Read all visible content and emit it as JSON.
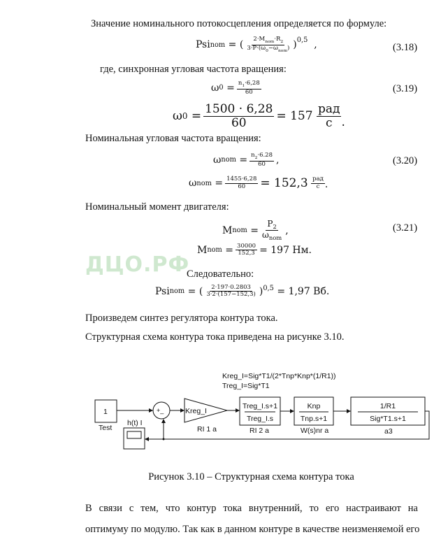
{
  "text": {
    "p1": "Значение номинального потокосцепления определяется по формуле:",
    "p2": "где, синхронная угловая частота вращения:",
    "p3": "Номинальная угловая частота вращения:",
    "p4": "Номинальный момент двигателя:",
    "p5": "Следовательно:",
    "p6": "Произведем синтез регулятора контура тока.",
    "p7": "Структурная схема контура тока приведена на рисунке 3.10.",
    "caption": "Рисунок 3.10 – Структурная схема контура тока",
    "p8": "В связи с тем, что контур тока внутренний, то его настраивают на",
    "p9": "оптимуму по модулю. Так как в данном контуре в качестве неизменяемой его"
  },
  "watermark": "ДЦО.РФ",
  "formulas": {
    "f318": {
      "lhs": "Psi",
      "lhs_sub": "nom",
      "num": "2·M",
      "num_sub": "nom",
      "num2": "·R",
      "num2_sub": "2",
      "den": "3·P·(ω",
      "den_sub0": "0",
      "den2": "−ω",
      "den_sub": "nom",
      "den3": ")",
      "exp": "0,5",
      "tail": ",",
      "label": "(3.18)"
    },
    "f319": {
      "lhs": "ω",
      "lhs_sub": "0",
      "num": "n",
      "num_sub": "1",
      "num2": "·6,28",
      "den": "60",
      "label": "(3.19)"
    },
    "f319b": {
      "lhs": "ω",
      "lhs_sub": "0",
      "num": "1500 · 6,28",
      "den": "60",
      "result": "= 157",
      "unit_num": "рад",
      "unit_den": "с",
      "tail": "."
    },
    "f320": {
      "lhs": "ω",
      "lhs_sub": "nom",
      "num": "n",
      "num_sub": "2",
      "num2": "·6.28",
      "den": "60",
      "tail": ",",
      "label": "(3.20)"
    },
    "f320b": {
      "lhs": "ω",
      "lhs_sub": "nom",
      "num": "1455·6,28",
      "den": "60",
      "result": "= 152,3",
      "unit_num": "рад",
      "unit_den": "с",
      "tail": "."
    },
    "f321": {
      "lhs": "M",
      "lhs_sub": "nom",
      "num": "P",
      "num_sub": "2",
      "den": "ω",
      "den_sub": "nom",
      "tail": ",",
      "label": "(3.21)"
    },
    "f321b": {
      "lhs": "M",
      "lhs_sub": "nom",
      "num": "30000",
      "den": "152,3",
      "result": "= 197 Нм."
    },
    "fpsi": {
      "lhs": "Psi",
      "lhs_sub": "nom",
      "num": "2·197·0.2803",
      "den": "3·2·(157−152,3)",
      "exp": "0,5",
      "result": "= 1,97 Вб."
    }
  },
  "diagram": {
    "annot1": "Kreg_I=Sig*T1/(2*Tnp*Knp*(1/R1))",
    "annot2": "Treg_I=Sig*T1",
    "test_value": "1",
    "test_label": "Test",
    "sum_signs": "+_",
    "gain": "Kreg_I",
    "gain_label": "RI 1 a",
    "pi_num": "Treg_I.s+1",
    "pi_den": "Treg_I.s",
    "pi_label": "RI 2 a",
    "conv_num": "Knp",
    "conv_den": "Tnp.s+1",
    "conv_label": "W(s)nr a",
    "plant_num": "1/R1",
    "plant_den": "Sig*T1.s+1",
    "plant_label": "a3",
    "scope_label": "h(t) I"
  }
}
